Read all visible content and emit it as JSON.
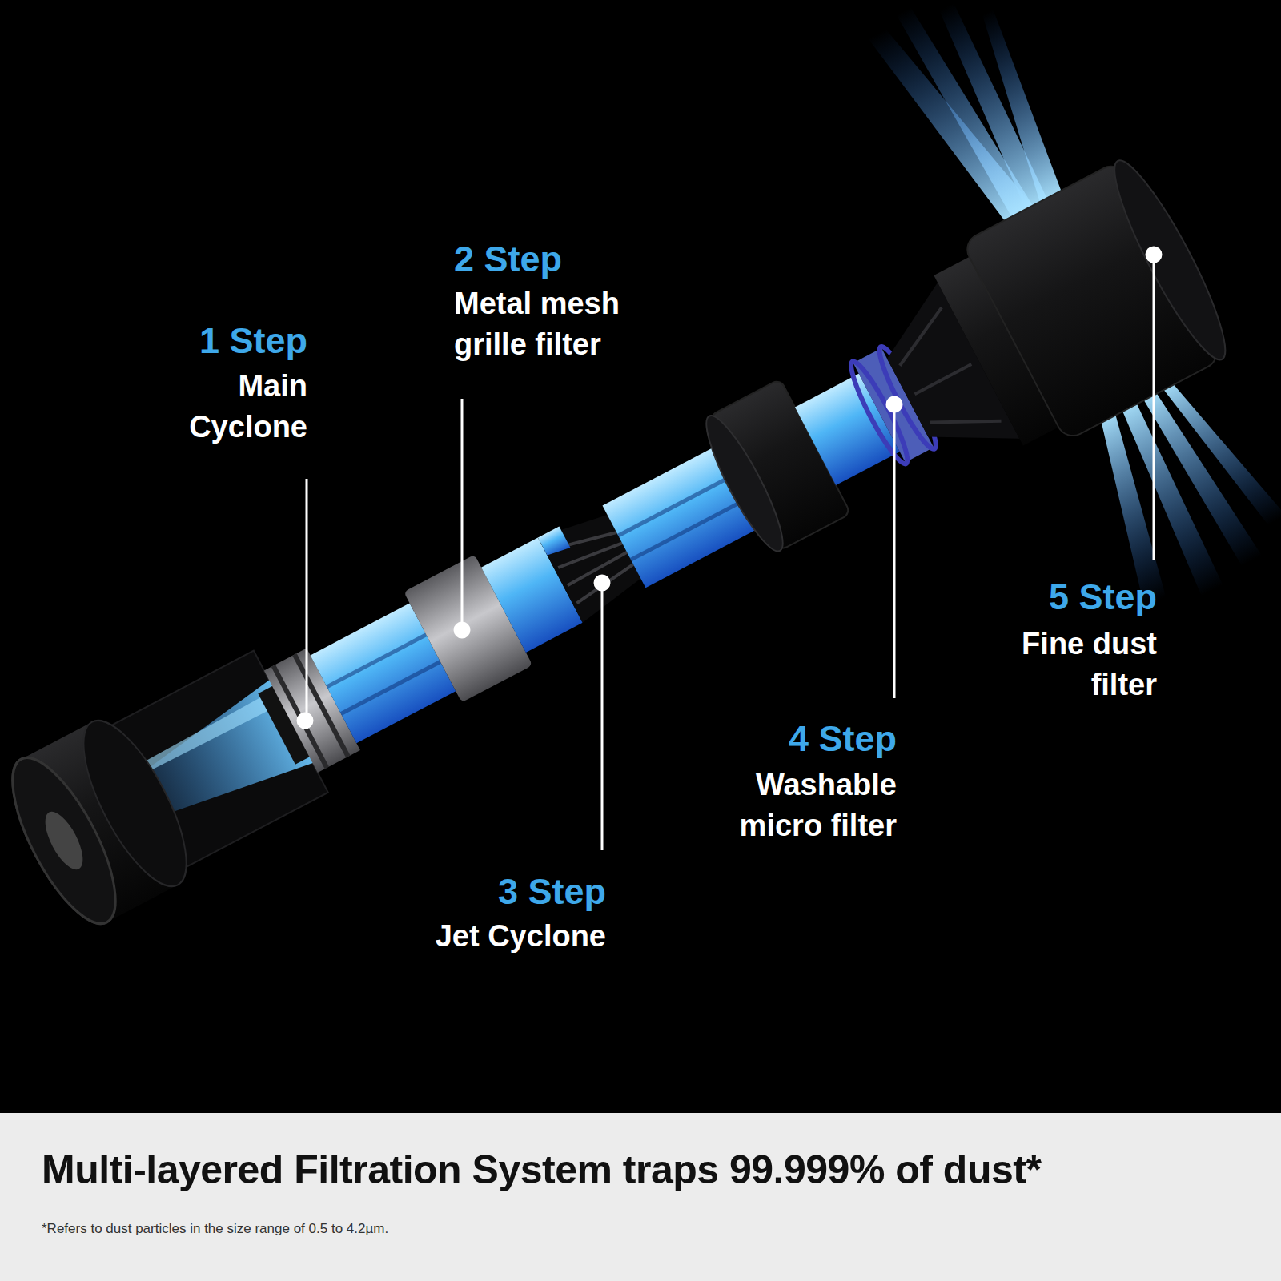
{
  "diagram": {
    "title": "Multi-layered Filtration System traps 99.999% of dust*",
    "caption": "*Refers to dust particles in the size range of 0.5 to 4.2µm.",
    "labels": [
      "1 Step",
      "Main Cyclone",
      "2 Step",
      "Metal mesh grille filter",
      "3 Step",
      "Jet Cyclone",
      "4 Step",
      "Washable micro filter",
      "5 Step",
      "Fine dust filter"
    ]
  }
}
